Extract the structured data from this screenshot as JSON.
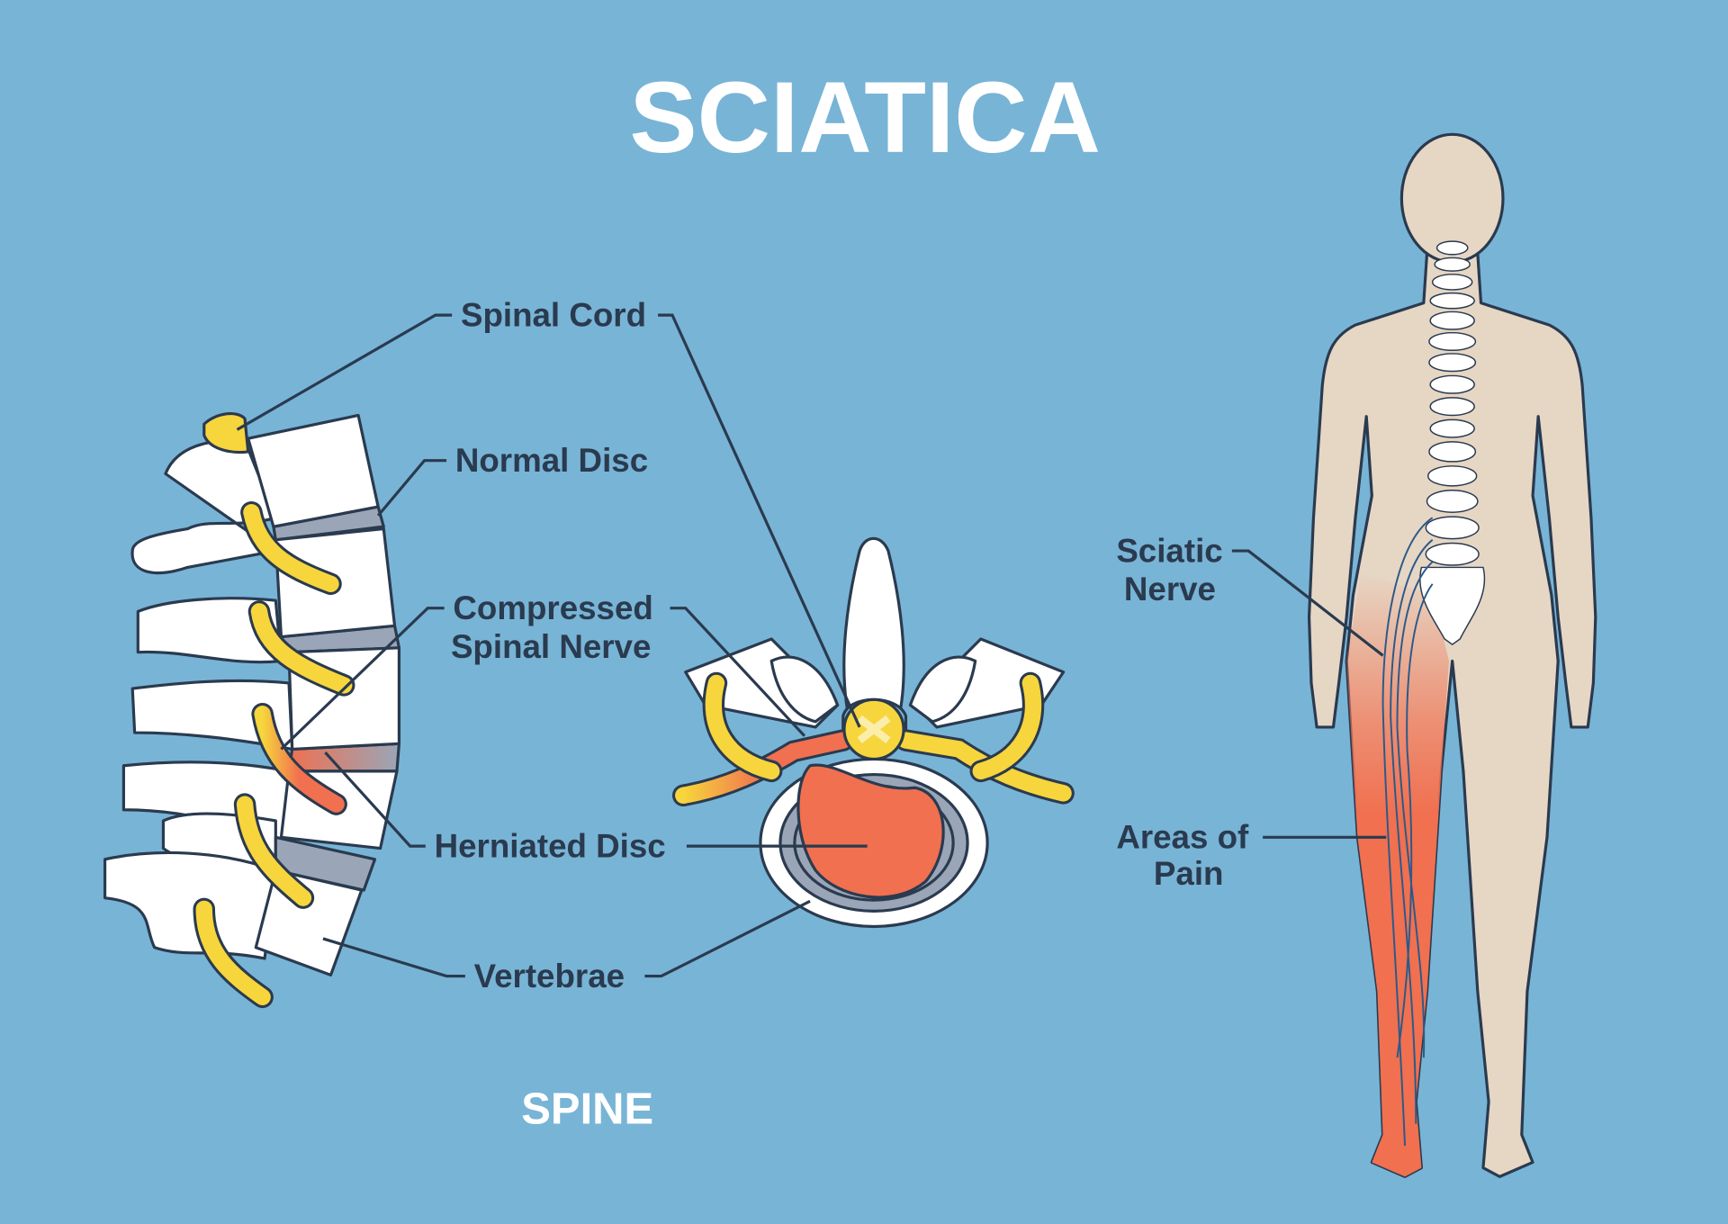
{
  "title": "SCIATICA",
  "spine_caption": "SPINE",
  "labels": {
    "spinal_cord": "Spinal Cord",
    "normal_disc": "Normal Disc",
    "compressed_line1": "Compressed",
    "compressed_line2": "Spinal Nerve",
    "herniated_disc": "Herniated Disc",
    "vertebrae": "Vertebrae",
    "sciatic_line1": "Sciatic",
    "sciatic_line2": "Nerve",
    "pain_line1": "Areas of",
    "pain_line2": "Pain"
  },
  "colors": {
    "background": "#78b4d5",
    "outline": "#2a3a4f",
    "nerve": "#f7d53c",
    "inflamed": "#f07050",
    "disc": "#9aa6b8",
    "skin": "#e6d6c4"
  }
}
